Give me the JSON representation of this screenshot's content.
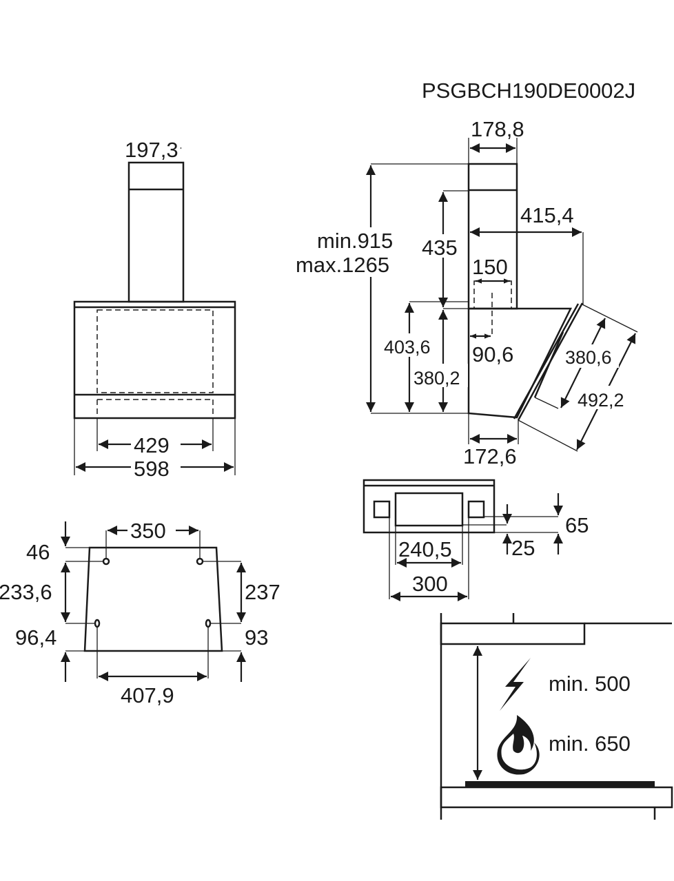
{
  "code": "PSGBCH190DE0002J",
  "front_view": {
    "chimney_width": "197,3",
    "inner_width": "429",
    "total_width": "598"
  },
  "side_view": {
    "chimney_depth": "178,8",
    "height_min": "min.915",
    "height_max": "max.1265",
    "chimney_lower": "435",
    "projection": "415,4",
    "duct": "150",
    "duct_offset": "90,6",
    "body_height_outer": "403,6",
    "body_height_inner": "380,2",
    "panel_inner": "380,6",
    "panel_outer": "492,2",
    "base_depth": "172,6"
  },
  "mounting": {
    "hole_spacing_top": "350",
    "hole_spacing_bottom": "407,9",
    "left_top": "46",
    "left_mid": "233,6",
    "left_bottom": "96,4",
    "right_mid": "237",
    "right_bottom": "93"
  },
  "top_view": {
    "inner_width": "240,5",
    "outer_width": "300",
    "offset_a": "65",
    "offset_b": "25"
  },
  "clearance": {
    "electric": "min. 500",
    "gas": "min. 650",
    "electric_icon": "lightning-icon",
    "gas_icon": "flame-icon"
  }
}
